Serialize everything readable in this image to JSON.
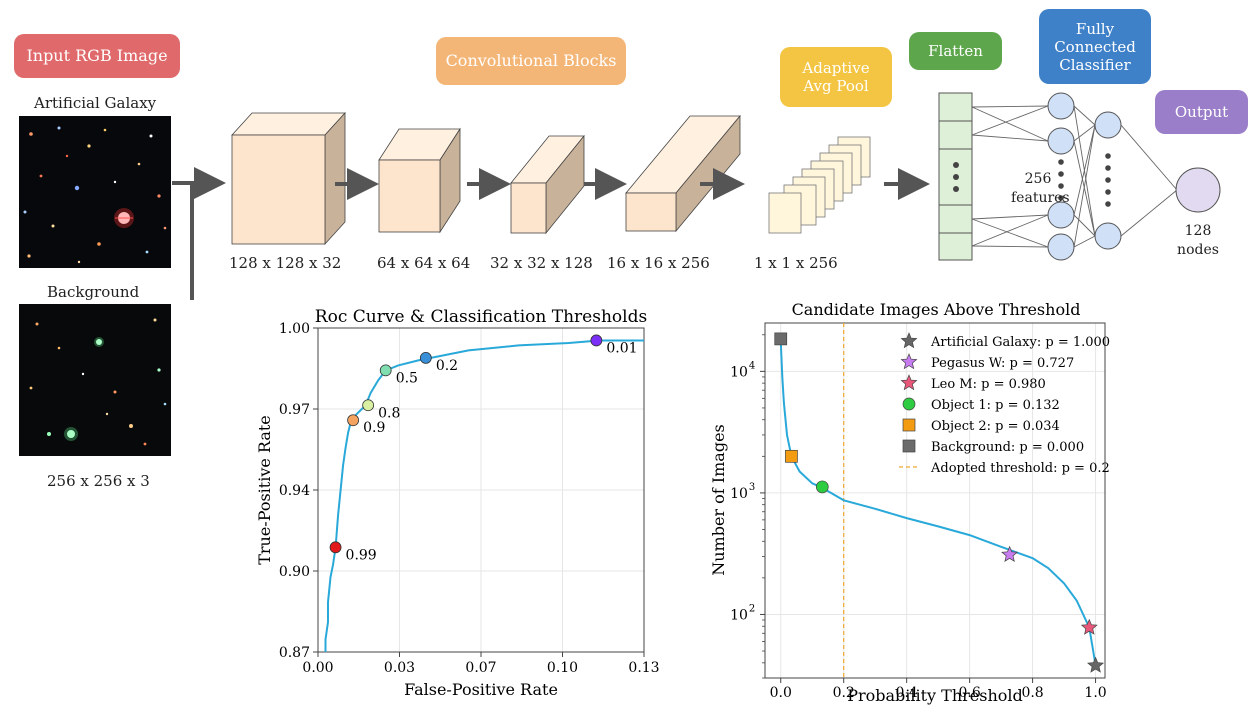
{
  "colors": {
    "red_pill": "#e06a6b",
    "orange_pill": "#f4b677",
    "yellow_pill": "#f4c542",
    "green_pill": "#5da64c",
    "blue_pill": "#3f81c9",
    "purple_pill": "#9a7ec9",
    "cube_face": "#fde4cc",
    "cube_side": "#c9b29a",
    "roc_line": "#29a9d9",
    "threshold_line": "#f0a830"
  },
  "headers": {
    "input": "Input RGB Image",
    "conv": "Convolutional Blocks",
    "pool": "Adaptive Avg Pool",
    "flatten": "Flatten",
    "fc": "Fully Connected Classifier",
    "output": "Output"
  },
  "inputs": {
    "galaxy_label": "Artificial Galaxy",
    "background_label": "Background",
    "size_label": "256 x 256 x 3"
  },
  "blocks": {
    "b1": "128 x 128 x 32",
    "b2": "64 x 64 x 64",
    "b3": "32 x 32 x 128",
    "b4": "16 x 16 x 256",
    "pool": "1 x 1 x 256"
  },
  "network": {
    "features": "256 features",
    "nodes": "128 nodes"
  },
  "chart_data": [
    {
      "type": "line",
      "title": "Roc Curve & Classification Thresholds",
      "xlabel": "False-Positive Rate",
      "ylabel": "True-Positive Rate",
      "xlim": [
        0.0,
        0.13
      ],
      "ylim": [
        0.87,
        1.0
      ],
      "xticks": [
        "0.00",
        "0.03",
        "0.07",
        "0.10",
        "0.13"
      ],
      "yticks": [
        "0.87",
        "0.90",
        "0.94",
        "0.97",
        "1.00"
      ],
      "grid": true,
      "curve": [
        [
          0.003,
          0.87
        ],
        [
          0.003,
          0.875
        ],
        [
          0.004,
          0.882
        ],
        [
          0.004,
          0.89
        ],
        [
          0.005,
          0.9
        ],
        [
          0.006,
          0.905
        ],
        [
          0.007,
          0.912
        ],
        [
          0.008,
          0.925
        ],
        [
          0.009,
          0.935
        ],
        [
          0.01,
          0.945
        ],
        [
          0.011,
          0.952
        ],
        [
          0.012,
          0.958
        ],
        [
          0.013,
          0.962
        ],
        [
          0.014,
          0.964
        ],
        [
          0.016,
          0.966
        ],
        [
          0.019,
          0.969
        ],
        [
          0.021,
          0.974
        ],
        [
          0.024,
          0.979
        ],
        [
          0.027,
          0.983
        ],
        [
          0.032,
          0.985
        ],
        [
          0.04,
          0.987
        ],
        [
          0.05,
          0.989
        ],
        [
          0.06,
          0.991
        ],
        [
          0.08,
          0.993
        ],
        [
          0.1,
          0.994
        ],
        [
          0.112,
          0.995
        ],
        [
          0.13,
          0.995
        ]
      ],
      "points": [
        {
          "label": "0.99",
          "x": 0.007,
          "y": 0.912,
          "color": "#e31a1c"
        },
        {
          "label": "0.9",
          "x": 0.014,
          "y": 0.963,
          "color": "#f4a460"
        },
        {
          "label": "0.8",
          "x": 0.02,
          "y": 0.969,
          "color": "#d9f0a3"
        },
        {
          "label": "0.5",
          "x": 0.027,
          "y": 0.983,
          "color": "#80deb0"
        },
        {
          "label": "0.2",
          "x": 0.043,
          "y": 0.988,
          "color": "#3a8fd9"
        },
        {
          "label": "0.01",
          "x": 0.111,
          "y": 0.995,
          "color": "#7b2ff7"
        }
      ]
    },
    {
      "type": "line",
      "title": "Candidate Images Above Threshold",
      "xlabel": "Probability Threshold",
      "ylabel": "Number of Images",
      "xlim": [
        -0.05,
        1.03
      ],
      "ylim": [
        30,
        25000
      ],
      "yscale": "log",
      "xticks": [
        "0.0",
        "0.2",
        "0.4",
        "0.6",
        "0.8",
        "1.0"
      ],
      "yticks": [
        "10^2",
        "10^3",
        "10^4"
      ],
      "grid": true,
      "threshold": 0.2,
      "curve": [
        [
          0.0,
          18000
        ],
        [
          0.005,
          9000
        ],
        [
          0.01,
          5500
        ],
        [
          0.02,
          3000
        ],
        [
          0.034,
          2000
        ],
        [
          0.06,
          1500
        ],
        [
          0.1,
          1200
        ],
        [
          0.132,
          1100
        ],
        [
          0.2,
          870
        ],
        [
          0.3,
          740
        ],
        [
          0.4,
          620
        ],
        [
          0.5,
          530
        ],
        [
          0.6,
          450
        ],
        [
          0.7,
          360
        ],
        [
          0.8,
          290
        ],
        [
          0.85,
          240
        ],
        [
          0.9,
          180
        ],
        [
          0.94,
          130
        ],
        [
          0.98,
          78
        ],
        [
          1.0,
          38
        ]
      ],
      "markers": [
        {
          "name": "Artificial Galaxy: p = 1.000",
          "x": 1.0,
          "y": 38,
          "shape": "star",
          "color": "#666666"
        },
        {
          "name": "Pegasus W: p = 0.727",
          "x": 0.727,
          "y": 310,
          "shape": "star",
          "color": "#c77cf0"
        },
        {
          "name": "Leo M: p = 0.980",
          "x": 0.98,
          "y": 78,
          "shape": "star",
          "color": "#e8587a"
        },
        {
          "name": "Object 1: p = 0.132",
          "x": 0.132,
          "y": 1120,
          "shape": "circle",
          "color": "#2ecc40"
        },
        {
          "name": "Object 2: p = 0.034",
          "x": 0.034,
          "y": 2000,
          "shape": "square",
          "color": "#f39c12"
        },
        {
          "name": "Background: p = 0.000",
          "x": 0.0,
          "y": 18500,
          "shape": "square",
          "color": "#6b6b6b"
        }
      ],
      "threshold_label": "Adopted threshold: p = 0.2",
      "legend": "top-right"
    }
  ]
}
